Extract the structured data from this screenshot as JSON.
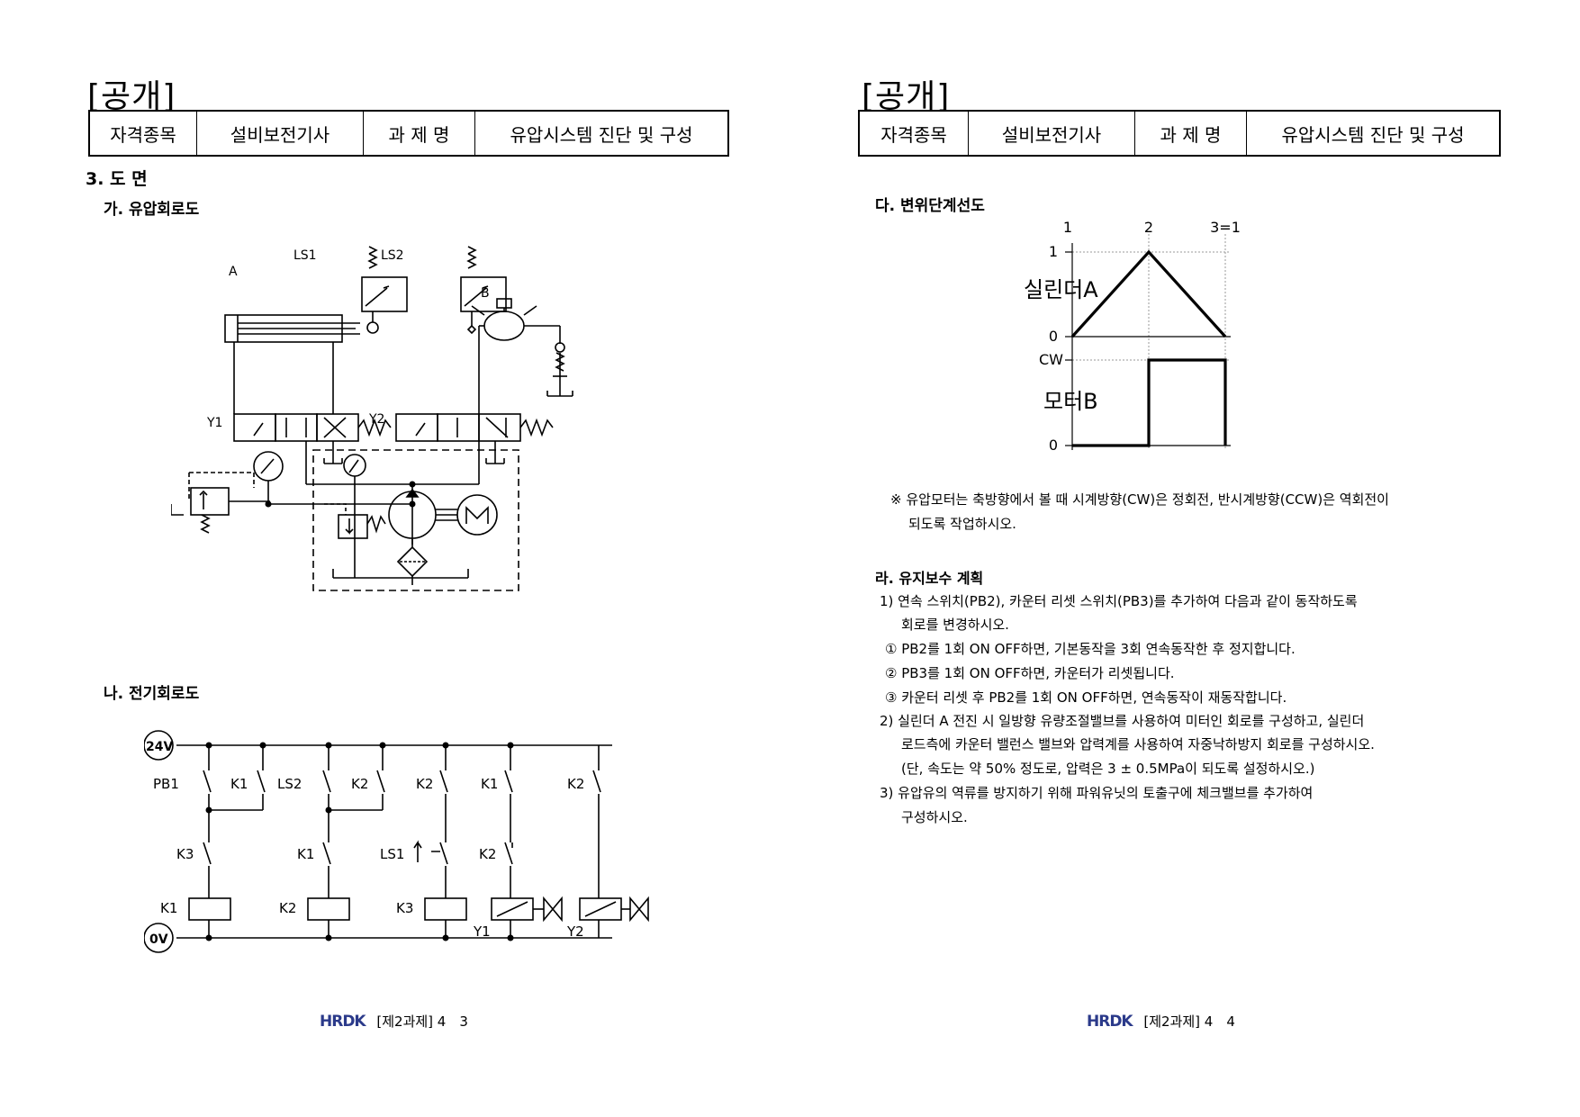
{
  "left": {
    "label": "[공개]",
    "header": [
      "자격종목",
      "설비보전기사",
      "과 제 명",
      "유압시스템 진단 및 구성"
    ],
    "section": "3. 도 면",
    "sub_a": "가. 유압회로도",
    "sub_b": "나. 전기회로도",
    "hyd_labels": {
      "ls1": "LS1",
      "ls2": "LS2",
      "a": "A",
      "b": "B",
      "y1": "Y1",
      "y2": "Y2"
    },
    "elec": {
      "p24": "24V",
      "p0": "0V",
      "pb1": "PB1",
      "k1a": "K1",
      "ls2": "LS2",
      "k2a": "K2",
      "k2b": "K2",
      "k1b": "K1",
      "k2c": "K2",
      "k3": "K3",
      "k1c": "K1",
      "ls1": "LS1",
      "k2d": "K2",
      "c1": "K1",
      "c2": "K2",
      "c3": "K3",
      "y1": "Y1",
      "y2": "Y2"
    },
    "footer": {
      "logo": "HRDK",
      "text": "[제2과제] 4　3"
    }
  },
  "right": {
    "label": "[공개]",
    "header": [
      "자격종목",
      "설비보전기사",
      "과 제 명",
      "유압시스템 진단 및 구성"
    ],
    "sub_c": "다. 변위단계선도",
    "diagram": {
      "steps": [
        "1",
        "2",
        "3=1"
      ],
      "cyl_label": "실린더A",
      "motor_label": "모터B",
      "cyl_levels": [
        "1",
        "0"
      ],
      "motor_levels": [
        "CW",
        "0"
      ]
    },
    "note1": "※ 유압모터는 축방향에서 볼 때 시계방향(CW)은 정회전, 반시계방향(CCW)은 역회전이",
    "note2": "되도록 작업하시오.",
    "sub_d": "라. 유지보수 계획",
    "lines": [
      "1) 연속 스위치(PB2), 카운터 리셋 스위치(PB3)를 추가하여 다음과 같이 동작하도록",
      "회로를 변경하시오.",
      "① PB2를 1회 ON OFF하면, 기본동작을 3회 연속동작한 후 정지합니다.",
      "② PB3를 1회 ON OFF하면, 카운터가 리셋됩니다.",
      "③ 카운터 리셋 후 PB2를 1회 ON OFF하면, 연속동작이 재동작합니다.",
      "2) 실린더 A 전진 시 일방향 유량조절밸브를 사용하여 미터인 회로를 구성하고, 실린더",
      "로드측에 카운터 밸런스 밸브와 압력계를 사용하여 자중낙하방지 회로를 구성하시오.",
      "(단, 속도는 약 50% 정도로, 압력은 3 ± 0.5MPa이 되도록 설정하시오.)",
      "3) 유압유의 역류를 방지하기 위해 파워유닛의 토출구에 체크밸브를 추가하여",
      "구성하시오."
    ],
    "footer": {
      "logo": "HRDK",
      "text": "[제2과제] 4　4"
    }
  }
}
